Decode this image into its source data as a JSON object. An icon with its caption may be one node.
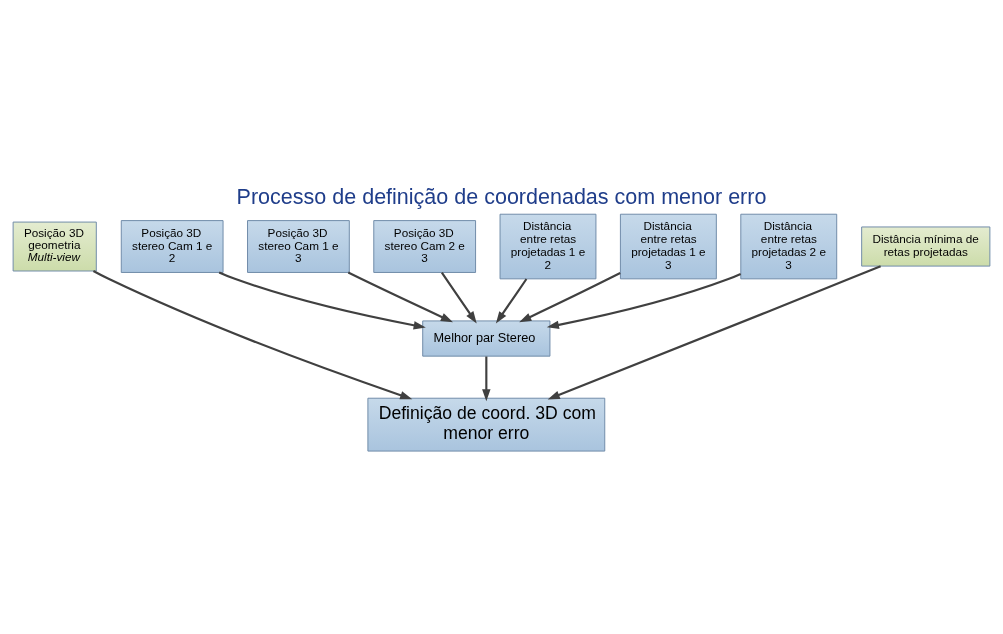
{
  "diagram": {
    "title": "Processo de definição de coordenadas com menor erro",
    "nodes": [
      {
        "text": [
          "Posição 3D stereo Cam 1 e 2"
        ]
      },
      {
        "text": [
          "Posição 3D stereo Cam 1 e 3"
        ]
      },
      {
        "text": [
          "Posição 3D stereo Cam 2 e 3"
        ]
      },
      {
        "text": [
          "Posição 3D geometria *Multi-view*"
        ]
      },
      {
        "text": [
          "Distância entre retas projetadas 1 e 2"
        ]
      },
      {
        "text": [
          "Distância entre retas projetadas 1 e 3"
        ]
      },
      {
        "text": [
          "Distância entre retas projetadas 2 e 3"
        ]
      },
      {
        "text": [
          "Distância mínima de retas projetadas"
        ]
      },
      {
        "text": [
          "Melhor par Stereo"
        ]
      },
      {
        "text": [
          "Definição de coord. 3D com menor erro"
        ]
      }
    ],
    "edges": [
      {
        "from": 0,
        "to": 8,
        "arrow": "to"
      },
      {
        "from": 1,
        "to": 8,
        "arrow": "to"
      },
      {
        "from": 2,
        "to": 8,
        "arrow": "to"
      },
      {
        "from": 4,
        "to": 8,
        "arrow": "to"
      },
      {
        "from": 5,
        "to": 8,
        "arrow": "to"
      },
      {
        "from": 6,
        "to": 8,
        "arrow": "to"
      },
      {
        "from": 8,
        "to": 9,
        "arrow": "to"
      },
      {
        "from": 3,
        "to": 9,
        "arrow": "to"
      },
      {
        "from": 7,
        "to": 9,
        "arrow": "to"
      }
    ]
  }
}
